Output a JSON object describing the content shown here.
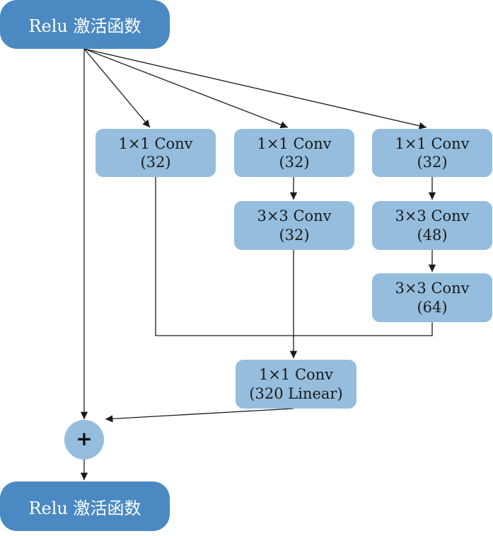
{
  "input_node": {
    "label": "Relu 激活函数"
  },
  "branch1": {
    "conv1": {
      "line1": "1×1 Conv",
      "line2": "(32)"
    }
  },
  "branch2": {
    "conv1": {
      "line1": "1×1 Conv",
      "line2": "(32)"
    },
    "conv2": {
      "line1": "3×3 Conv",
      "line2": "(32)"
    }
  },
  "branch3": {
    "conv1": {
      "line1": "1×1 Conv",
      "line2": "(32)"
    },
    "conv2": {
      "line1": "3×3 Conv",
      "line2": "(48)"
    },
    "conv3": {
      "line1": "3×3 Conv",
      "line2": "(64)"
    }
  },
  "merge_conv": {
    "line1": "1×1 Conv",
    "line2": "(320 Linear)"
  },
  "add_node": {
    "symbol": "+"
  },
  "output_node": {
    "label": "Relu 激活函数"
  },
  "colors": {
    "dark_node": "#4a89c2",
    "light_node": "#95bddd",
    "edge": "#1a1a1a"
  }
}
